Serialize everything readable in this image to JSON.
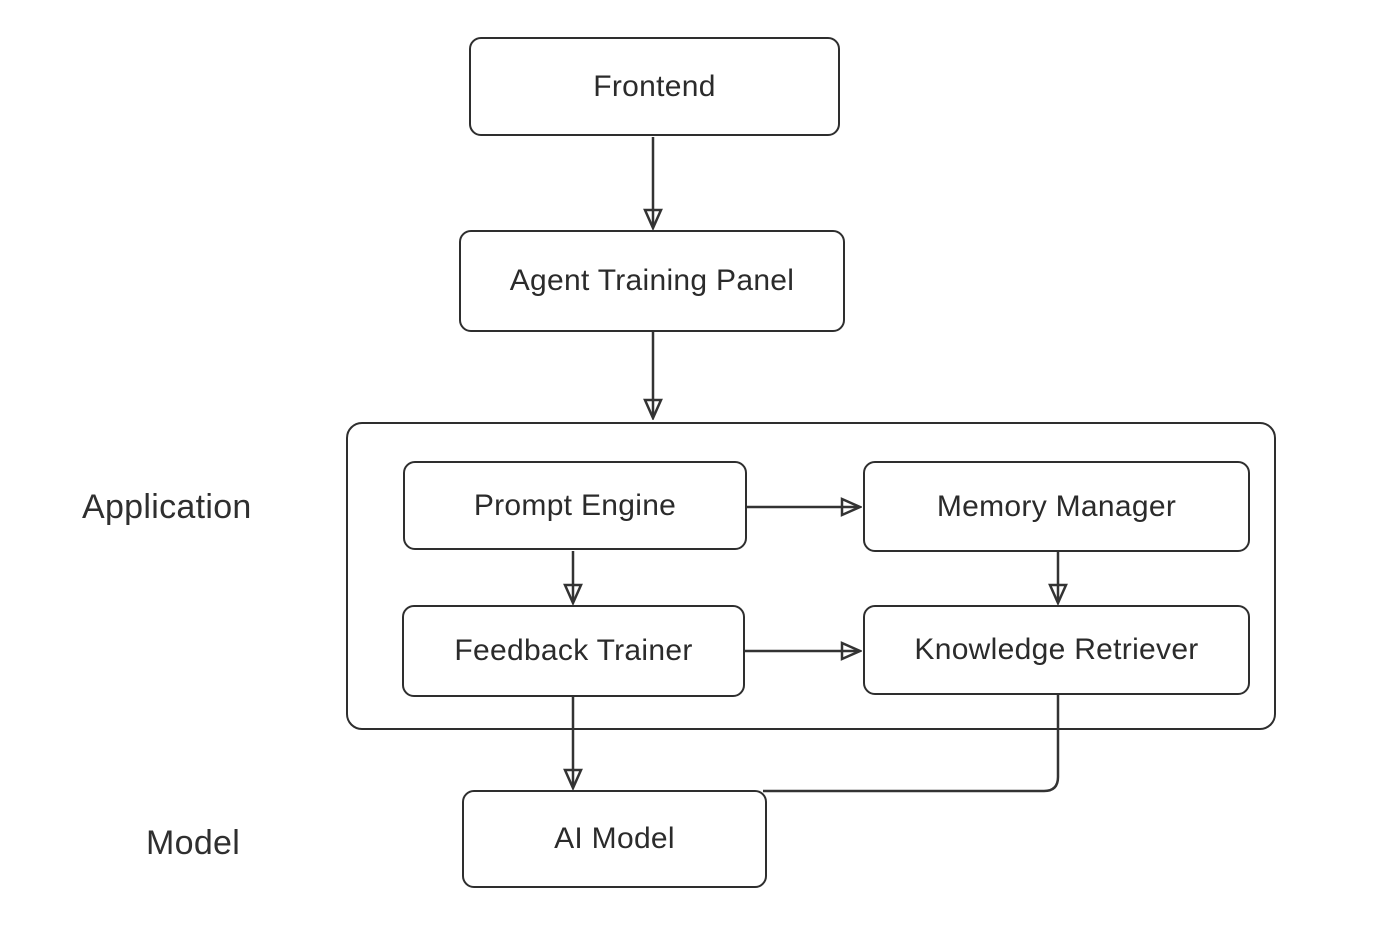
{
  "nodes": {
    "frontend": {
      "label": "Frontend"
    },
    "agent_training_panel": {
      "label": "Agent Training Panel"
    },
    "prompt_engine": {
      "label": "Prompt Engine"
    },
    "memory_manager": {
      "label": "Memory Manager"
    },
    "feedback_trainer": {
      "label": "Feedback Trainer"
    },
    "knowledge_retriever": {
      "label": "Knowledge Retriever"
    },
    "ai_model": {
      "label": "AI Model"
    }
  },
  "group_labels": {
    "application": "Application",
    "model": "Model"
  },
  "edges": [
    {
      "from": "Frontend",
      "to": "Agent Training Panel",
      "arrow": true
    },
    {
      "from": "Agent Training Panel",
      "to": "Application group",
      "arrow": true
    },
    {
      "from": "Prompt Engine",
      "to": "Memory Manager",
      "arrow": true
    },
    {
      "from": "Prompt Engine",
      "to": "Feedback Trainer",
      "arrow": true
    },
    {
      "from": "Memory Manager",
      "to": "Knowledge Retriever",
      "arrow": true
    },
    {
      "from": "Feedback Trainer",
      "to": "Knowledge Retriever",
      "arrow": true
    },
    {
      "from": "Feedback Trainer",
      "to": "AI Model",
      "arrow": true
    },
    {
      "from": "Knowledge Retriever",
      "to": "AI Model",
      "arrow": false
    }
  ],
  "colors": {
    "background": "#ffffff",
    "node_fill": "#ffffff",
    "stroke": "#333333",
    "border": "#2e2e2e",
    "text": "#2b2b2b"
  }
}
